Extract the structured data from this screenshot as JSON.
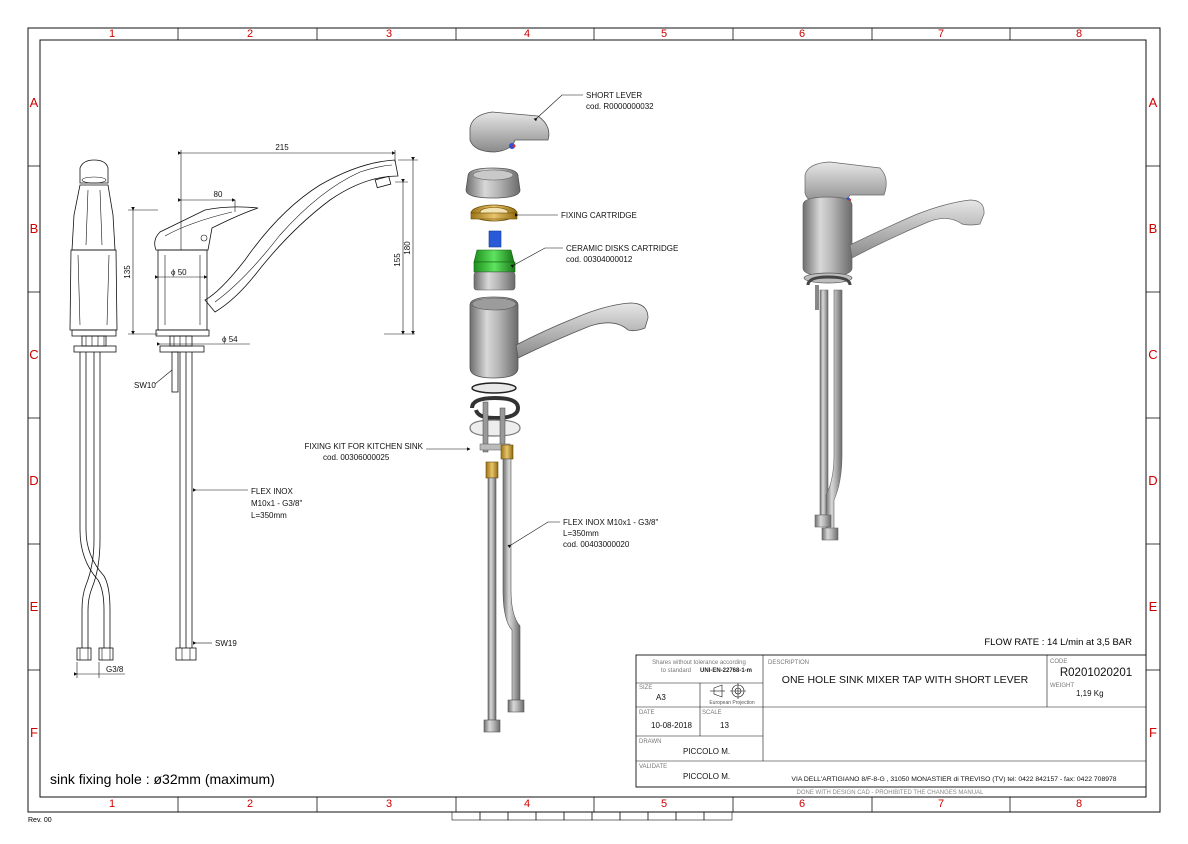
{
  "sheet": {
    "column_labels": [
      "1",
      "2",
      "3",
      "4",
      "5",
      "6",
      "7",
      "8"
    ],
    "row_labels": [
      "A",
      "B",
      "C",
      "D",
      "E",
      "F"
    ],
    "revision": "Rev. 00"
  },
  "front_view": {
    "dimensions": {
      "width_total": "215",
      "width_body": "80",
      "height_body": "135",
      "height_spout_inner": "155",
      "height_total": "180",
      "dia_body": "ϕ 50",
      "dia_base": "ϕ 54"
    },
    "labels": {
      "sw10": "SW10",
      "flex_inox": [
        "FLEX INOX",
        "M10x1 - G3/8\"",
        "L=350mm"
      ],
      "sw19": "SW19",
      "g38": "G3/8"
    }
  },
  "exploded_view": {
    "labels": {
      "short_lever": [
        "SHORT LEVER",
        "cod. R0000000032"
      ],
      "fixing_cartridge": "FIXING CARTRIDGE",
      "ceramic_cartridge": [
        "CERAMIC DISKS CARTRIDGE",
        "cod. 00304000012"
      ],
      "fixing_kit": [
        "FIXING KIT FOR KITCHEN SINK",
        "cod. 00306000025"
      ],
      "flex_inox": [
        "FLEX INOX M10x1 - G3/8\"",
        "L=350mm",
        "cod. 00403000020"
      ]
    }
  },
  "notes": {
    "flow_rate": "FLOW RATE : 14 L/min at 3,5 BAR",
    "sink_hole": "sink fixing hole : ø32mm (maximum)"
  },
  "title_block": {
    "tolerance_line1": "Shares without tolerance according",
    "tolerance_line2_prefix": "to standard",
    "tolerance_standard": "UNI-EN-22768-1-m",
    "description_head": "DESCRIPTION",
    "description": "ONE HOLE SINK MIXER TAP WITH SHORT LEVER",
    "code_head": "CODE",
    "code": "R0201020201",
    "weight_head": "WEIGHT",
    "weight": "1,19 Kg",
    "size_head": "SIZE",
    "size": "A3",
    "projection": "European Projection",
    "date_head": "DATE",
    "date": "10-08-2018",
    "scale_head": "SCALE",
    "scale": "13",
    "drawn_head": "DRAWN",
    "drawn": "PICCOLO M.",
    "validate_head": "VALIDATE",
    "validate": "PICCOLO M.",
    "address": "VIA DELL'ARTIGIANO 8/F-8-G , 31050 MONASTIER di TREVISO (TV) tel: 0422 842157 - fax: 0422 708978",
    "footer": "DONE WITH DESIGN CAD - PROHIBITED THE CHANGES MANUAL"
  }
}
